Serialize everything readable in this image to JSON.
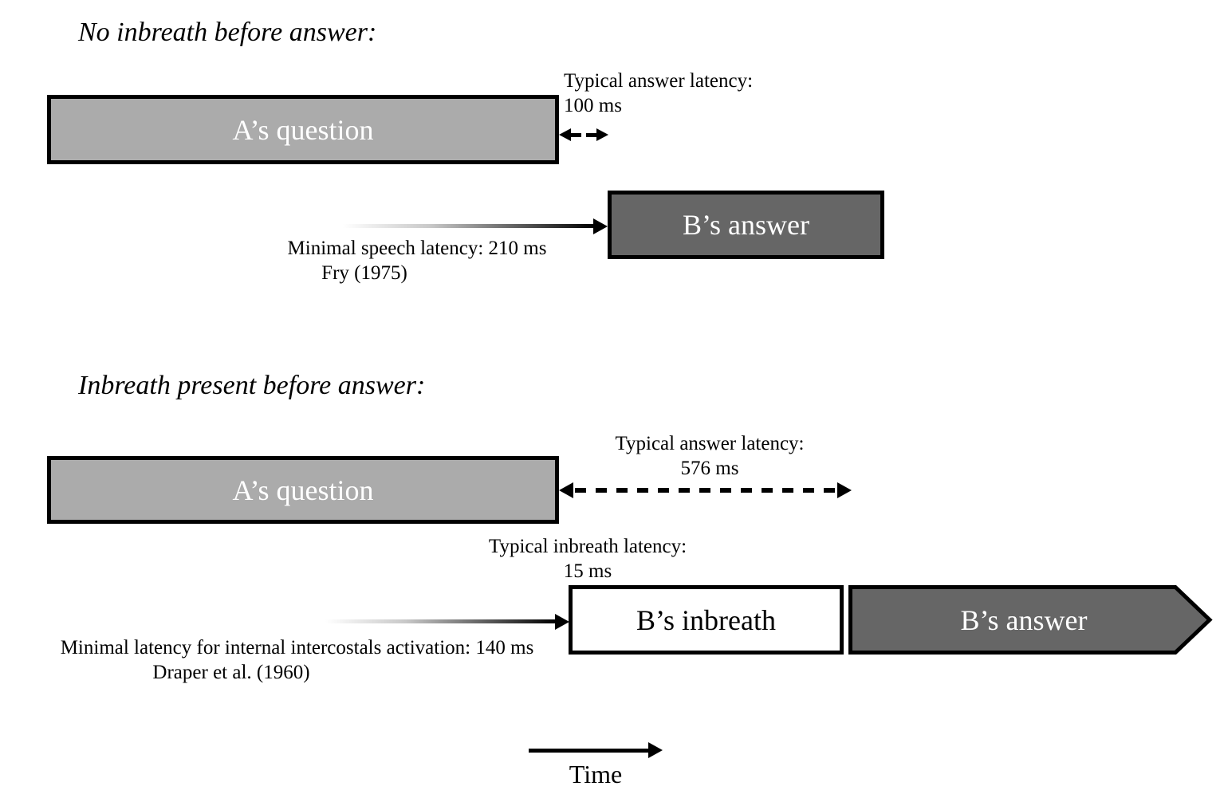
{
  "colors": {
    "question_fill": "#ABABAB",
    "answer_fill": "#666666",
    "inbreath_fill": "#FFFFFF",
    "border": "#000000"
  },
  "section_no_inbreath": {
    "title": "No inbreath before answer:",
    "question_box": "A’s question",
    "answer_box": "B’s answer",
    "typical_latency_line1": "Typical answer latency:",
    "typical_latency_line2": "100 ms",
    "minimal_latency_line1": "Minimal speech latency: 210 ms",
    "minimal_latency_line2": "Fry (1975)"
  },
  "section_inbreath": {
    "title": "Inbreath present before answer:",
    "question_box": "A’s question",
    "inbreath_box": "B’s inbreath",
    "answer_box": "B’s answer",
    "typical_latency_line1": "Typical answer latency:",
    "typical_latency_line2": "576 ms",
    "inbreath_latency_line1": "Typical inbreath latency:",
    "inbreath_latency_line2": "15 ms",
    "minimal_latency_line1": "Minimal latency for internal intercostals activation: 140 ms",
    "minimal_latency_line2": "Draper et al. (1960)"
  },
  "time_axis": {
    "label": "Time"
  }
}
